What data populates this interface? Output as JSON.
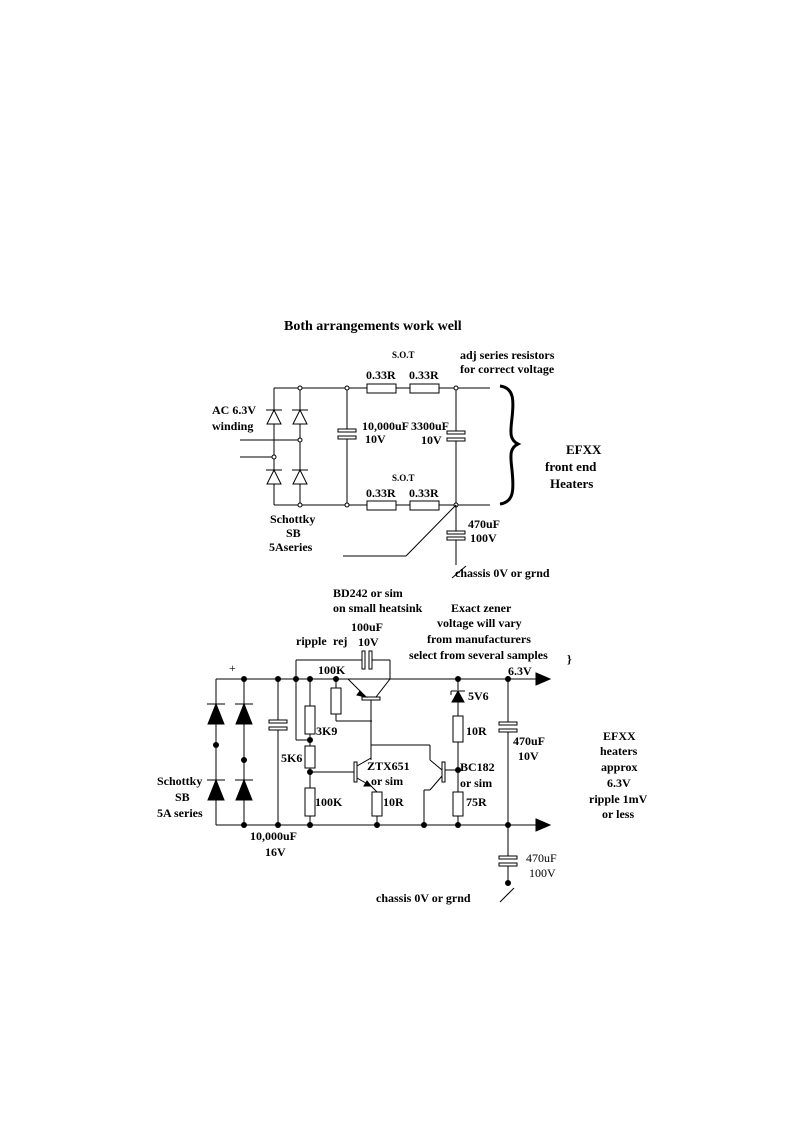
{
  "title": "Both arrangements work well",
  "top": {
    "sot1": "S.O.T",
    "sot2": "S.O.T",
    "adj_note_1": "adj series resistors",
    "adj_note_2": "for correct voltage",
    "r1": "0.33R",
    "r2": "0.33R",
    "r3": "0.33R",
    "r4": "0.33R",
    "ac_1": "AC 6.3V",
    "ac_2": "winding",
    "c1_1": "10,000uF",
    "c1_2": "10V",
    "c2_1": "3300uF",
    "c2_2": "10V",
    "efxx_1": "EFXX",
    "efxx_2": "front end",
    "efxx_3": "Heaters",
    "schottky_1": "Schottky",
    "schottky_2": "SB",
    "schottky_3": "5Aseries",
    "c3_1": "470uF",
    "c3_2": "100V",
    "chassis": "chassis 0V or grnd"
  },
  "bottom": {
    "bd_1": "BD242 or sim",
    "bd_2": "on small heatsink",
    "zener_1": "Exact zener",
    "zener_2": "voltage will vary",
    "zener_3": "from manufacturers",
    "zener_4": "select from several samples",
    "cap_100u_1": "100uF",
    "cap_100u_2": "10V",
    "ripple": "ripple",
    "rej": "rej",
    "r100k_a": "100K",
    "out_v": "6.3V",
    "plus": "+",
    "v5v6": "5V6",
    "r3k9": "3K9",
    "r5k6": "5K6",
    "r10r_a": "10R",
    "c470_1": "470uF",
    "c470_2": "10V",
    "efxx_1": "EFXX",
    "efxx_2": "heaters",
    "efxx_3": "approx",
    "efxx_4": "6.3V",
    "efxx_5": "ripple 1mV",
    "efxx_6": "or less",
    "ztx_1": "ZTX651",
    "ztx_2": "or sim",
    "bc_1": "BC182",
    "bc_2": "or sim",
    "schottky_1": "Schottky",
    "schottky_2": "SB",
    "schottky_3": "5A series",
    "r100k_b": "100K",
    "r10r_b": "10R",
    "r75r": "75R",
    "c10000_1": "10,000uF",
    "c10000_2": "16V",
    "c470b_1": "470uF",
    "c470b_2": "100V",
    "chassis": "chassis 0V or grnd",
    "brace_mark": "}"
  }
}
